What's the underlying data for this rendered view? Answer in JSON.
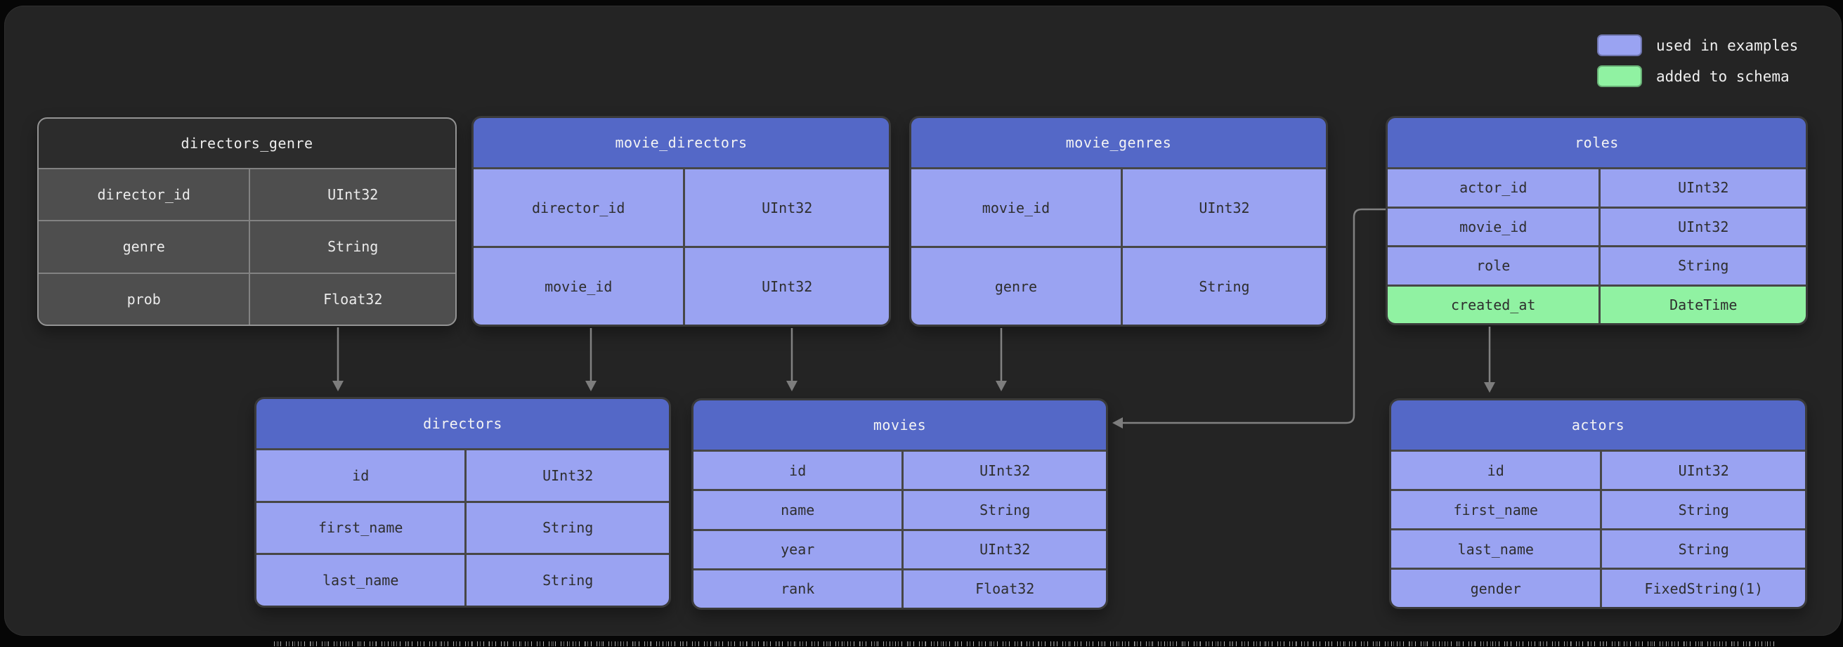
{
  "legend": {
    "items": [
      {
        "id": "used",
        "label": "used in examples",
        "color": "#9aa3f2"
      },
      {
        "id": "added",
        "label": "added to schema",
        "color": "#90f2a2"
      }
    ]
  },
  "colors": {
    "used_in_examples": "#9aa3f2",
    "added_to_schema": "#90f2a2",
    "table_header_blue": "#5468c7",
    "plain_table_header": "#2c2c2c",
    "plain_table_cell": "#4e4e4e"
  },
  "tables": {
    "directors_genre": {
      "title": "directors_genre",
      "style": "plain",
      "fields": [
        {
          "name": "director_id",
          "type": "UInt32",
          "state": "plain"
        },
        {
          "name": "genre",
          "type": "String",
          "state": "plain"
        },
        {
          "name": "prob",
          "type": "Float32",
          "state": "plain"
        }
      ]
    },
    "movie_directors": {
      "title": "movie_directors",
      "style": "blue",
      "fields": [
        {
          "name": "director_id",
          "type": "UInt32",
          "state": "used"
        },
        {
          "name": "movie_id",
          "type": "UInt32",
          "state": "used"
        }
      ]
    },
    "movie_genres": {
      "title": "movie_genres",
      "style": "blue",
      "fields": [
        {
          "name": "movie_id",
          "type": "UInt32",
          "state": "used"
        },
        {
          "name": "genre",
          "type": "String",
          "state": "used"
        }
      ]
    },
    "roles": {
      "title": "roles",
      "style": "blue",
      "fields": [
        {
          "name": "actor_id",
          "type": "UInt32",
          "state": "used"
        },
        {
          "name": "movie_id",
          "type": "UInt32",
          "state": "used"
        },
        {
          "name": "role",
          "type": "String",
          "state": "used"
        },
        {
          "name": "created_at",
          "type": "DateTime",
          "state": "added"
        }
      ]
    },
    "directors": {
      "title": "directors",
      "style": "blue",
      "fields": [
        {
          "name": "id",
          "type": "UInt32",
          "state": "used"
        },
        {
          "name": "first_name",
          "type": "String",
          "state": "used"
        },
        {
          "name": "last_name",
          "type": "String",
          "state": "used"
        }
      ]
    },
    "movies": {
      "title": "movies",
      "style": "blue",
      "fields": [
        {
          "name": "id",
          "type": "UInt32",
          "state": "used"
        },
        {
          "name": "name",
          "type": "String",
          "state": "used"
        },
        {
          "name": "year",
          "type": "UInt32",
          "state": "used"
        },
        {
          "name": "rank",
          "type": "Float32",
          "state": "used"
        }
      ]
    },
    "actors": {
      "title": "actors",
      "style": "blue",
      "fields": [
        {
          "name": "id",
          "type": "UInt32",
          "state": "used"
        },
        {
          "name": "first_name",
          "type": "String",
          "state": "used"
        },
        {
          "name": "last_name",
          "type": "String",
          "state": "used"
        },
        {
          "name": "gender",
          "type": "FixedString(1)",
          "state": "used"
        }
      ]
    }
  },
  "connections": [
    {
      "from": "directors_genre",
      "to": "directors"
    },
    {
      "from": "movie_directors",
      "to": "directors"
    },
    {
      "from": "movie_directors",
      "to": "movies"
    },
    {
      "from": "movie_genres",
      "to": "movies"
    },
    {
      "from": "roles",
      "to": "movies"
    },
    {
      "from": "roles",
      "to": "actors"
    }
  ]
}
